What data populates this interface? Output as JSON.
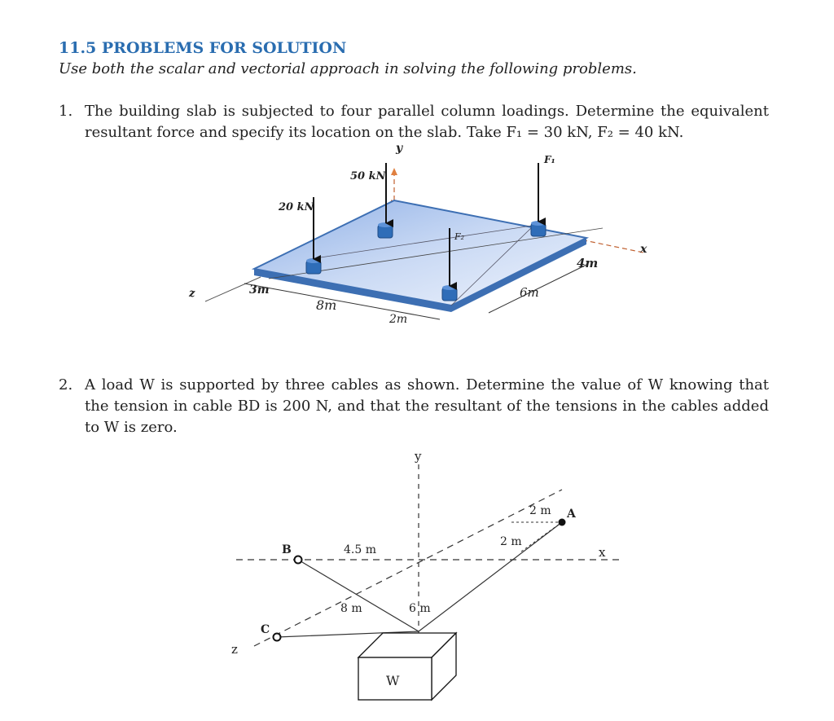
{
  "section": {
    "title": "11.5 PROBLEMS FOR SOLUTION",
    "instructions": "Use both the scalar and vectorial approach in solving the following problems."
  },
  "problem1": {
    "number": "1.",
    "text": "The building slab is subjected to four parallel column loadings. Determine the equivalent resultant force and specify its location on the slab. Take F₁ = 30 kN, F₂ = 40 kN.",
    "figure": {
      "axis_y": "y",
      "axis_x": "x",
      "axis_z": "z",
      "load_50": "50 kN",
      "load_20": "20 kN",
      "load_f1": "F₁",
      "load_f2": "F₂",
      "dim_3m": "3m",
      "dim_8m": "8m",
      "dim_2m": "2m",
      "dim_6m": "6m",
      "dim_4m": "4m"
    }
  },
  "problem2": {
    "number": "2.",
    "text": "A load W is supported by three cables as shown. Determine the value of W knowing that the tension in cable BD is 200 N, and that the resultant of the tensions in the cables added to W is zero.",
    "figure": {
      "axis_y": "y",
      "axis_x": "x",
      "axis_z": "z",
      "point_a": "A",
      "point_b": "B",
      "point_c": "C",
      "load_w": "W",
      "dim_45m": "4.5 m",
      "dim_8m": "8 m",
      "dim_6m": "6 m",
      "dim_2m_top": "2 m",
      "dim_2m_side": "2 m"
    }
  },
  "colors": {
    "title": "#2a6db0",
    "slab_top": "#b9cdf0",
    "slab_edge": "#3d6fb3",
    "column": "#2f6db8"
  }
}
